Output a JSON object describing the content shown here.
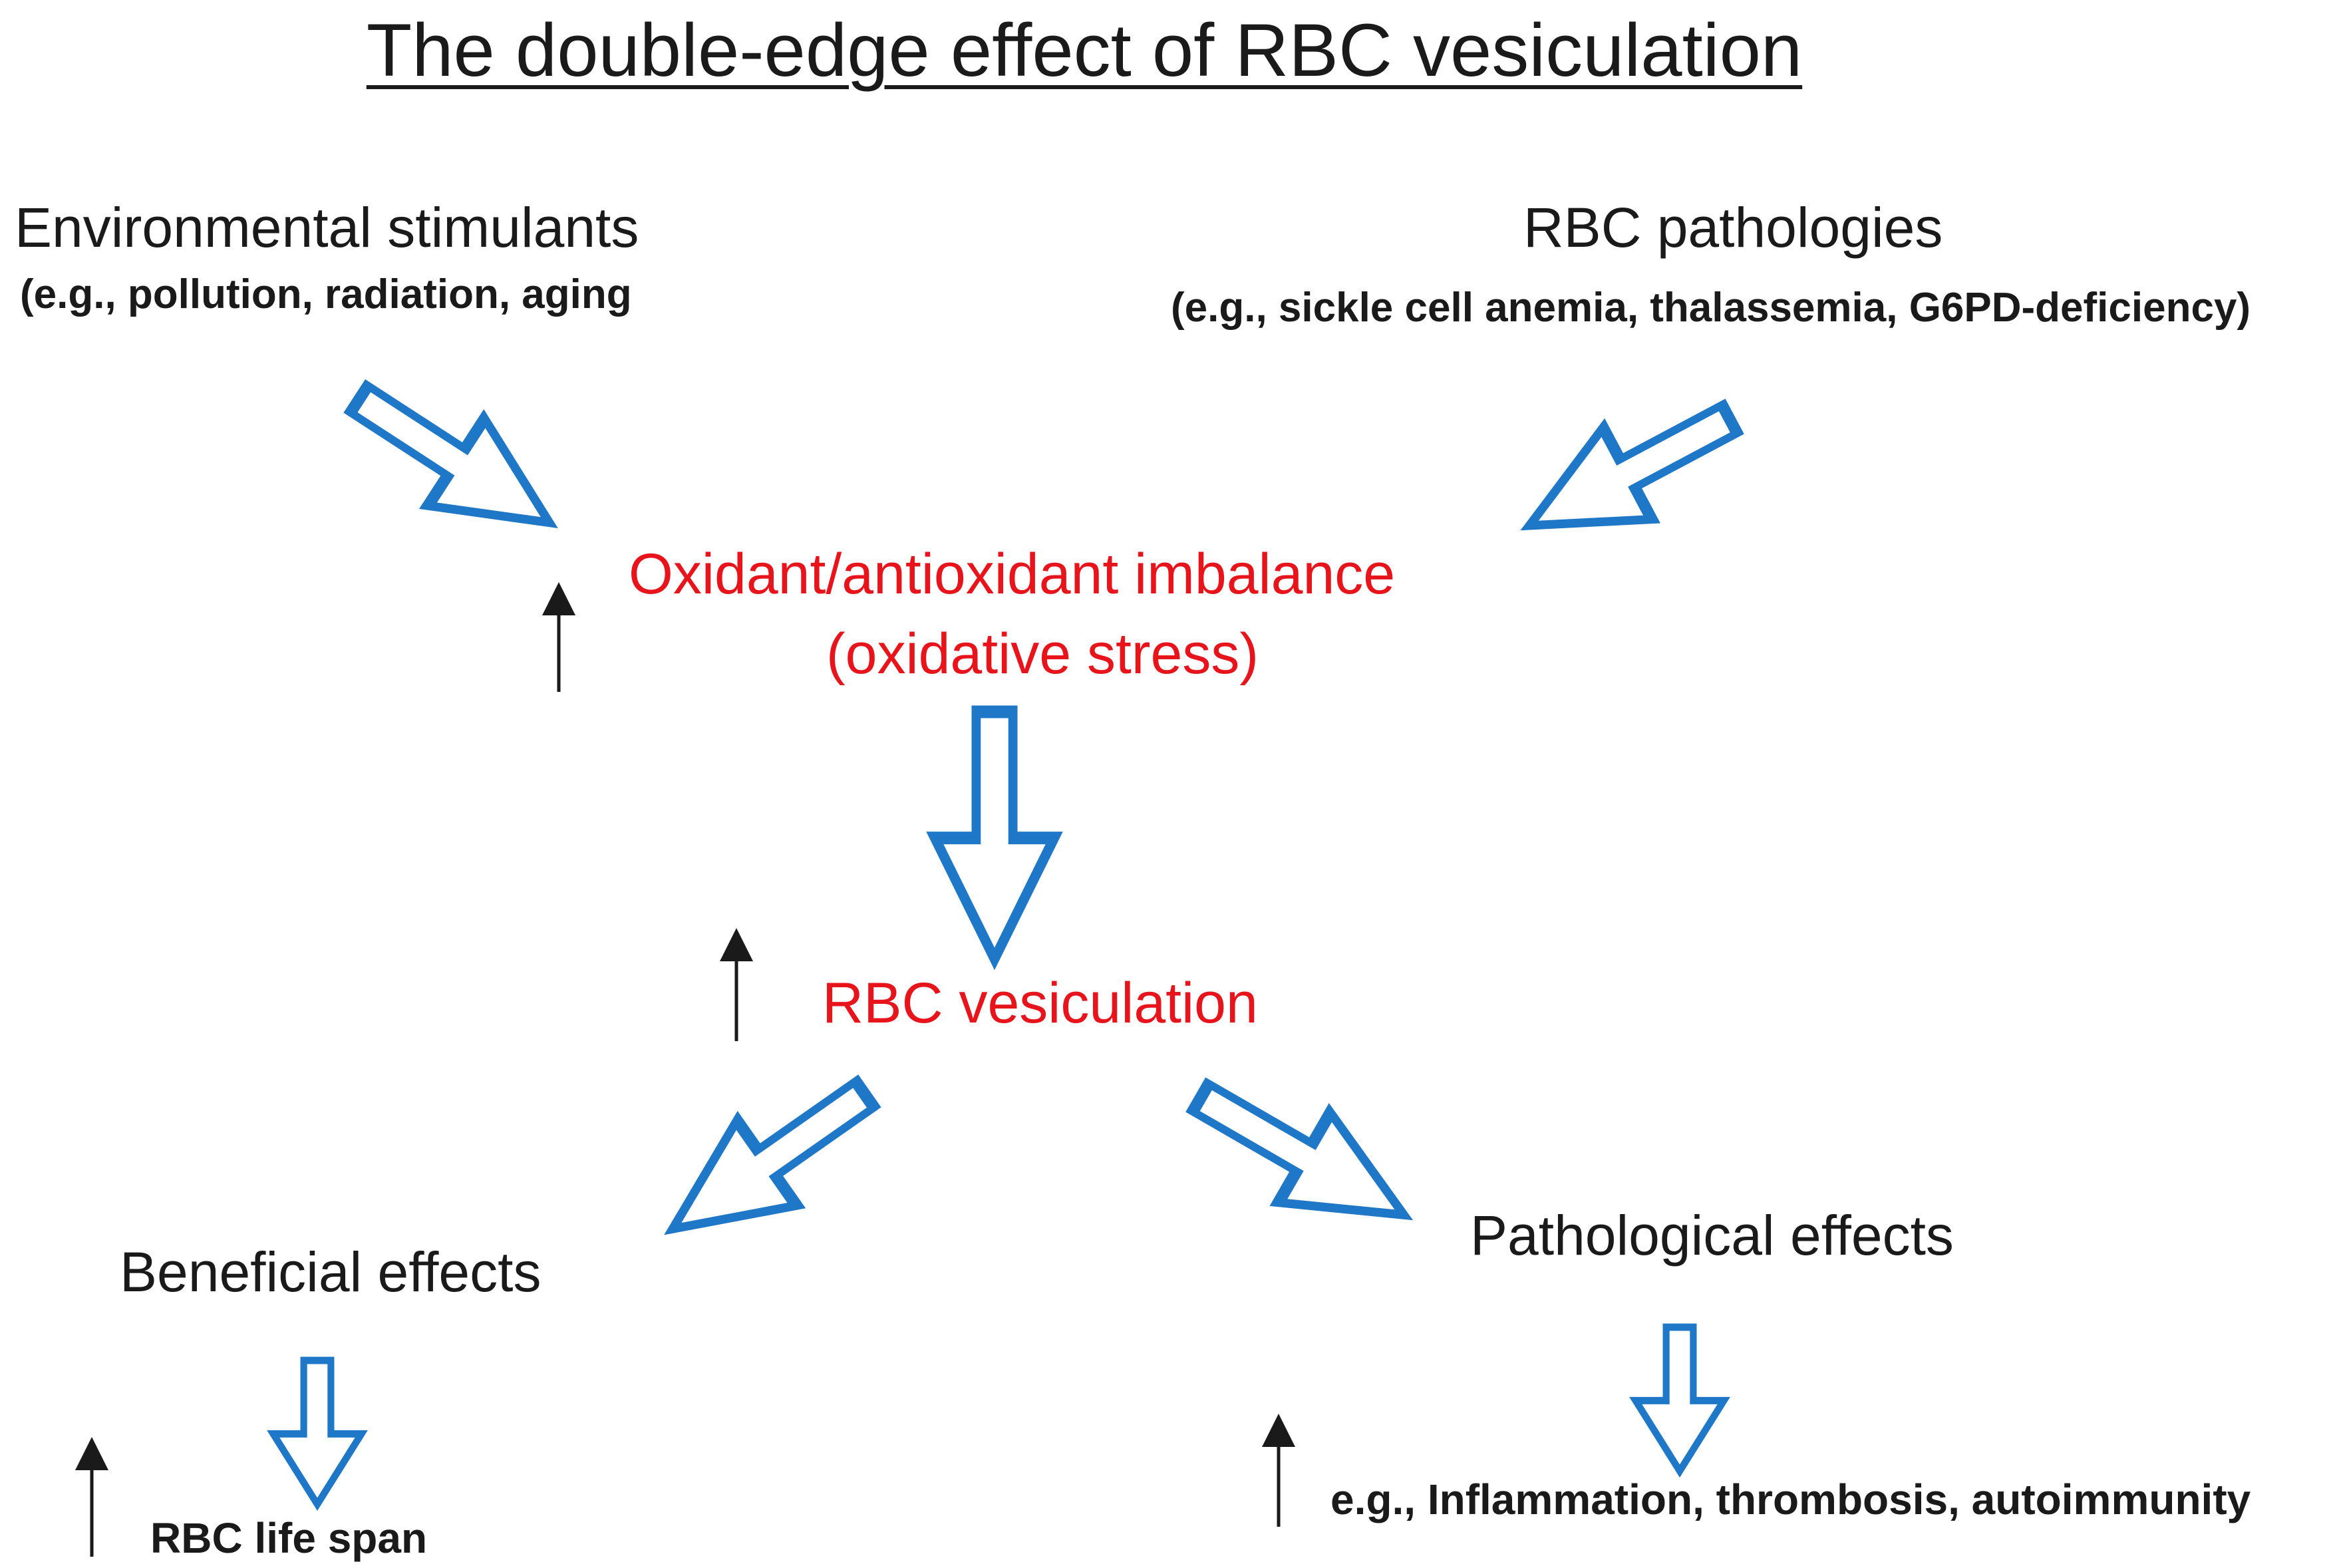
{
  "title": "The double-edge effect of RBC vesiculation",
  "env": {
    "heading": "Environmental stimulants",
    "examples": "(e.g., pollution, radiation, aging"
  },
  "rbc_path": {
    "heading": "RBC pathologies",
    "examples": "(e.g., sickle cell anemia, thalassemia, G6PD-deficiency)"
  },
  "oxidant": {
    "line1": "Oxidant/antioxidant imbalance",
    "line2": "(oxidative stress)"
  },
  "vesiculation": "RBC vesiculation",
  "beneficial": {
    "heading": "Beneficial effects",
    "item": "RBC life span"
  },
  "pathological": {
    "heading": "Pathological effects",
    "item": "e.g., Inflammation, thrombosis, autoimmunity"
  },
  "colors": {
    "arrow_outline": "#1f77c8",
    "highlight_text": "#e8141b",
    "text": "#1a1a1a"
  }
}
